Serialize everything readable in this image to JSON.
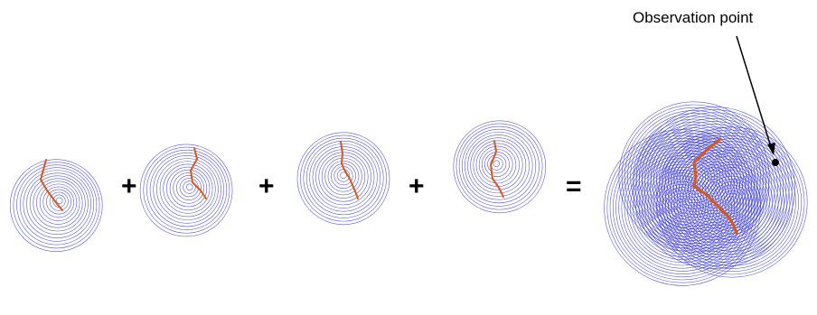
{
  "annotation": {
    "label": "Observation point"
  },
  "operators": [
    "+",
    "+",
    "+",
    "="
  ],
  "colors": {
    "rings": "#3b3bd6",
    "path": "#d45a1c",
    "ink": "#000000"
  },
  "panels": [
    {
      "name": "source-1",
      "path_shape": "s-curve"
    },
    {
      "name": "source-2",
      "path_shape": "s-curve"
    },
    {
      "name": "source-3",
      "path_shape": "chevron"
    },
    {
      "name": "source-4",
      "path_shape": "s-curve"
    },
    {
      "name": "superposition",
      "path_shape": "zigzag"
    }
  ]
}
